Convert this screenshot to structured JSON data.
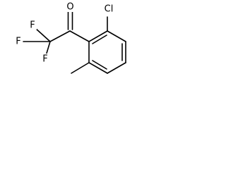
{
  "structure": {
    "atoms": {
      "carbonyl_oxygen": "O",
      "chlorine": "Cl",
      "fluorine_top": "F",
      "fluorine_left": "F",
      "fluorine_bottom": "F"
    }
  }
}
